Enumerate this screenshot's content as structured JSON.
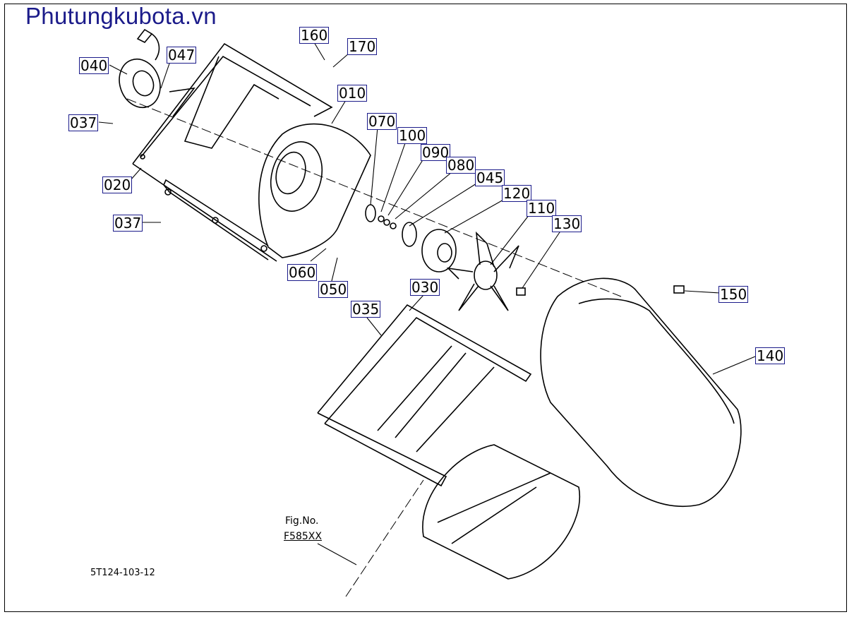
{
  "header": {
    "site": "Phutungkubota.vn"
  },
  "diagram": {
    "fig_label": "Fig.No.",
    "fig_code": "F585XX",
    "drawing_no": "5T124-103-12",
    "parts": [
      {
        "id": "040"
      },
      {
        "id": "047"
      },
      {
        "id": "037"
      },
      {
        "id": "020"
      },
      {
        "id": "037"
      },
      {
        "id": "160"
      },
      {
        "id": "170"
      },
      {
        "id": "010"
      },
      {
        "id": "070"
      },
      {
        "id": "100"
      },
      {
        "id": "090"
      },
      {
        "id": "080"
      },
      {
        "id": "045"
      },
      {
        "id": "120"
      },
      {
        "id": "110"
      },
      {
        "id": "130"
      },
      {
        "id": "060"
      },
      {
        "id": "050"
      },
      {
        "id": "030"
      },
      {
        "id": "035"
      },
      {
        "id": "150"
      },
      {
        "id": "140"
      }
    ]
  }
}
